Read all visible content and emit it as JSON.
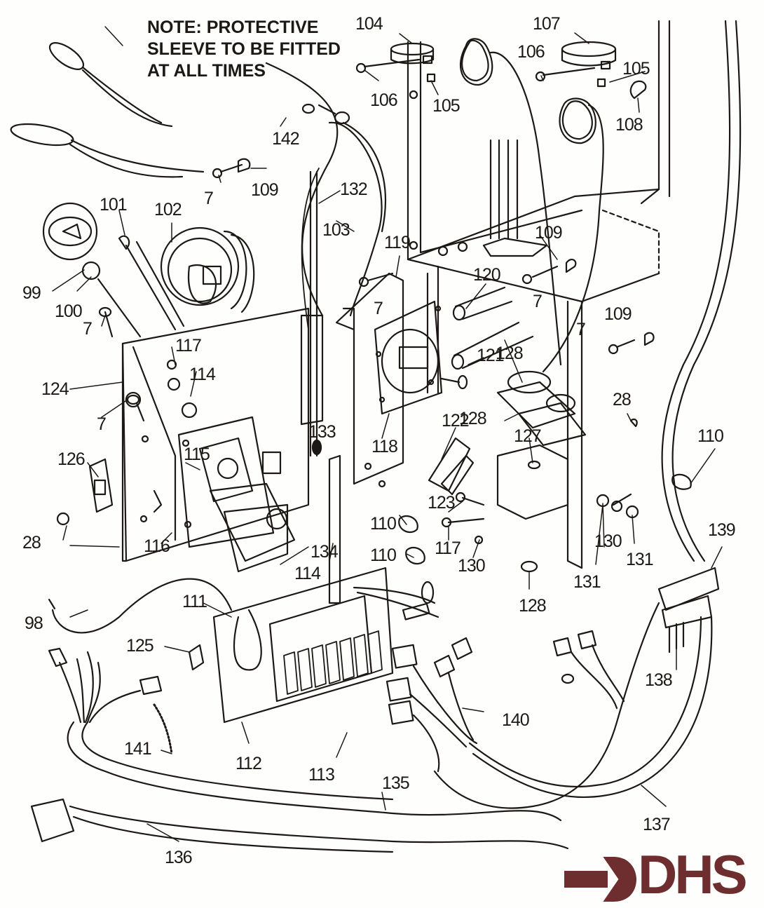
{
  "note": {
    "lines": [
      "NOTE: PROTECTIVE",
      "SLEEVE TO BE FITTED",
      "AT ALL TIMES"
    ]
  },
  "brand": {
    "logo_text": "DHS",
    "logo_color": "#6e2d2f"
  },
  "callouts": [
    {
      "id": "104",
      "text": "104"
    },
    {
      "id": "107",
      "text": "107"
    },
    {
      "id": "106a",
      "text": "106"
    },
    {
      "id": "105a",
      "text": "105"
    },
    {
      "id": "106b",
      "text": "106"
    },
    {
      "id": "105b",
      "text": "105"
    },
    {
      "id": "108",
      "text": "108"
    },
    {
      "id": "142",
      "text": "142"
    },
    {
      "id": "7a",
      "text": "7"
    },
    {
      "id": "109a",
      "text": "109"
    },
    {
      "id": "132",
      "text": "132"
    },
    {
      "id": "101",
      "text": "101"
    },
    {
      "id": "102",
      "text": "102"
    },
    {
      "id": "103",
      "text": "103"
    },
    {
      "id": "99",
      "text": "99"
    },
    {
      "id": "100",
      "text": "100"
    },
    {
      "id": "119",
      "text": "119"
    },
    {
      "id": "109b",
      "text": "109"
    },
    {
      "id": "120",
      "text": "120"
    },
    {
      "id": "7b",
      "text": "7"
    },
    {
      "id": "7c",
      "text": "7"
    },
    {
      "id": "7d",
      "text": "7"
    },
    {
      "id": "109c",
      "text": "109"
    },
    {
      "id": "7e",
      "text": "7"
    },
    {
      "id": "117a",
      "text": "117"
    },
    {
      "id": "124",
      "text": "124"
    },
    {
      "id": "114a",
      "text": "114"
    },
    {
      "id": "121",
      "text": "121"
    },
    {
      "id": "128a",
      "text": "128"
    },
    {
      "id": "7f",
      "text": "7"
    },
    {
      "id": "28a",
      "text": "28"
    },
    {
      "id": "133",
      "text": "133"
    },
    {
      "id": "118",
      "text": "118"
    },
    {
      "id": "128b",
      "text": "128"
    },
    {
      "id": "115",
      "text": "115"
    },
    {
      "id": "122",
      "text": "122"
    },
    {
      "id": "126",
      "text": "126"
    },
    {
      "id": "127",
      "text": "127"
    },
    {
      "id": "110a",
      "text": "110"
    },
    {
      "id": "123",
      "text": "123"
    },
    {
      "id": "110b",
      "text": "110"
    },
    {
      "id": "28b",
      "text": "28"
    },
    {
      "id": "116",
      "text": "116"
    },
    {
      "id": "134",
      "text": "134"
    },
    {
      "id": "110c",
      "text": "110"
    },
    {
      "id": "117b",
      "text": "117"
    },
    {
      "id": "130a",
      "text": "130"
    },
    {
      "id": "130b",
      "text": "130"
    },
    {
      "id": "131a",
      "text": "131"
    },
    {
      "id": "131b",
      "text": "131"
    },
    {
      "id": "114b",
      "text": "114"
    },
    {
      "id": "139",
      "text": "139"
    },
    {
      "id": "128c",
      "text": "128"
    },
    {
      "id": "111",
      "text": "111"
    },
    {
      "id": "98",
      "text": "98"
    },
    {
      "id": "125",
      "text": "125"
    },
    {
      "id": "138",
      "text": "138"
    },
    {
      "id": "140",
      "text": "140"
    },
    {
      "id": "141",
      "text": "141"
    },
    {
      "id": "112",
      "text": "112"
    },
    {
      "id": "113",
      "text": "113"
    },
    {
      "id": "135",
      "text": "135"
    },
    {
      "id": "137",
      "text": "137"
    },
    {
      "id": "136",
      "text": "136"
    }
  ]
}
